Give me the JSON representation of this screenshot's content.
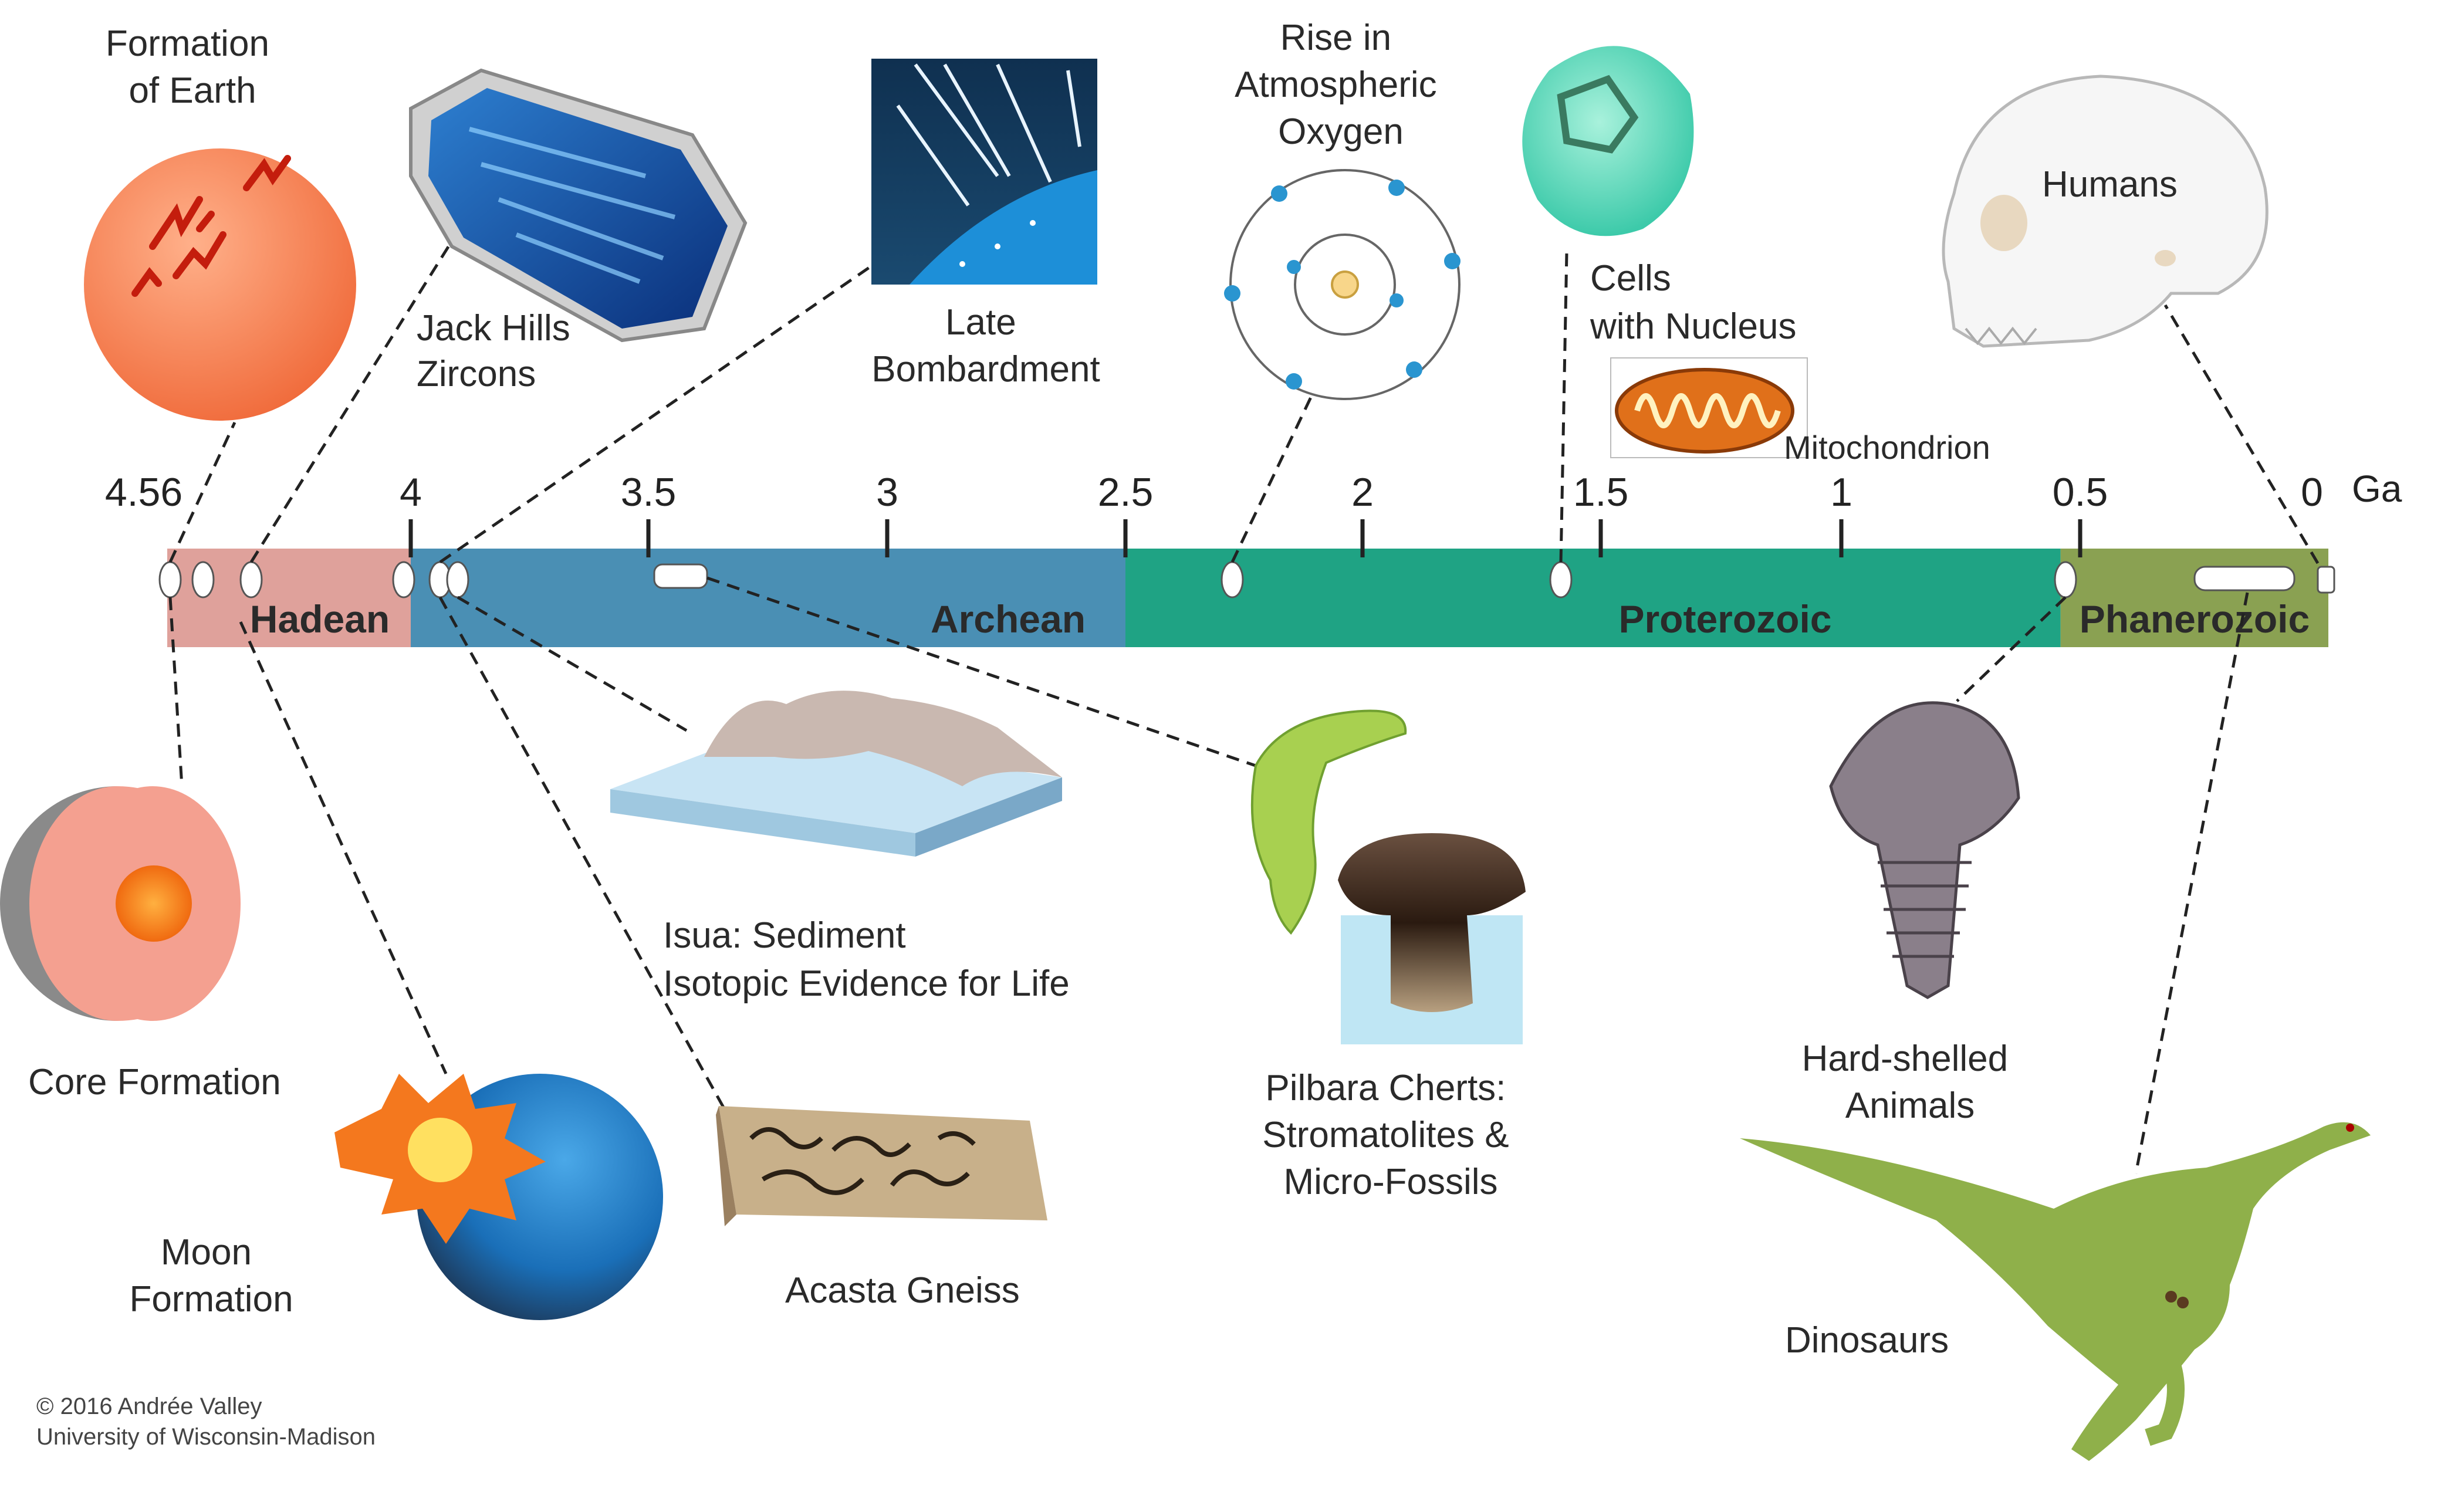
{
  "timeline": {
    "unit": "Ga",
    "ticks": [
      {
        "label": "4.56",
        "value": 4.56
      },
      {
        "label": "4",
        "value": 4.0
      },
      {
        "label": "3.5",
        "value": 3.5
      },
      {
        "label": "3",
        "value": 3.0
      },
      {
        "label": "2.5",
        "value": 2.5
      },
      {
        "label": "2",
        "value": 2.0
      },
      {
        "label": "1.5",
        "value": 1.5
      },
      {
        "label": "1",
        "value": 1.0
      },
      {
        "label": "0.5",
        "value": 0.5
      },
      {
        "label": "0",
        "value": 0.0
      }
    ],
    "eons": [
      {
        "name": "Hadean",
        "start": 4.56,
        "end": 4.0,
        "color": "#dfa19b"
      },
      {
        "name": "Archean",
        "start": 4.0,
        "end": 2.5,
        "color": "#4a8fb4"
      },
      {
        "name": "Proterozoic",
        "start": 2.5,
        "end": 0.541,
        "color": "#1fa384"
      },
      {
        "name": "Phanerozoic",
        "start": 0.541,
        "end": 0.0,
        "color": "#8aa152"
      }
    ]
  },
  "events": {
    "formation_of_earth": "Formation\nof Earth",
    "jack_hills_zircons": "Jack Hills\nZircons",
    "late_bombardment": "Late\nBombardment",
    "rise_in_oxygen": "Rise in\nAtmospheric\nOxygen",
    "cells_with_nucleus": "Cells\nwith Nucleus",
    "mitochondrion": "Mitochondrion",
    "humans": "Humans",
    "core_formation": "Core Formation",
    "moon_formation": "Moon\nFormation",
    "isua": "Isua: Sediment\nIsotopic Evidence for Life",
    "acasta_gneiss": "Acasta Gneiss",
    "pilbara": "Pilbara Cherts:\nStromatolites &\nMicro-Fossils",
    "hard_shelled": "Hard-shelled\nAnimals",
    "dinosaurs": "Dinosaurs"
  },
  "credit": {
    "line1": "© 2016 Andrée Valley",
    "line2": "University of Wisconsin-Madison"
  }
}
